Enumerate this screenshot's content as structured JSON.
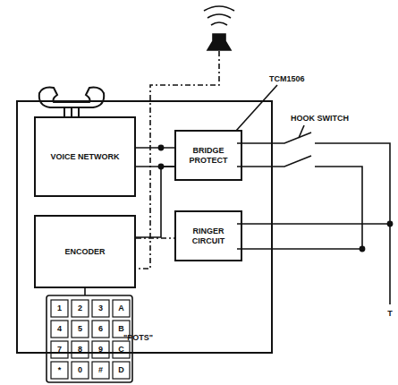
{
  "diagram": {
    "nodes": [
      {
        "text": [
          "\"POTS\""
        ]
      },
      {
        "text": [
          "VOICE NETWORK"
        ],
        "in": 0
      },
      {
        "text": [
          "ENCODER"
        ],
        "in": 0
      },
      {
        "text": [
          "BRIDGE PROTECT"
        ],
        "in": 0
      },
      {
        "text": [
          "RINGER CIRCUIT"
        ],
        "in": 0
      }
    ],
    "edges": [
      {
        "from": 1,
        "to": 3,
        "arrow": "none"
      },
      {
        "from": 2,
        "to": 3,
        "arrow": "none"
      },
      {
        "from": 2,
        "to": 4,
        "arrow": "none"
      }
    ],
    "labels": [
      "TCM1506",
      "HOOK SWITCH",
      "T",
      "1",
      "2",
      "3",
      "A",
      "4",
      "5",
      "6",
      "B",
      "7",
      "8",
      "9",
      "C",
      "*",
      "0",
      "#",
      "D"
    ]
  }
}
